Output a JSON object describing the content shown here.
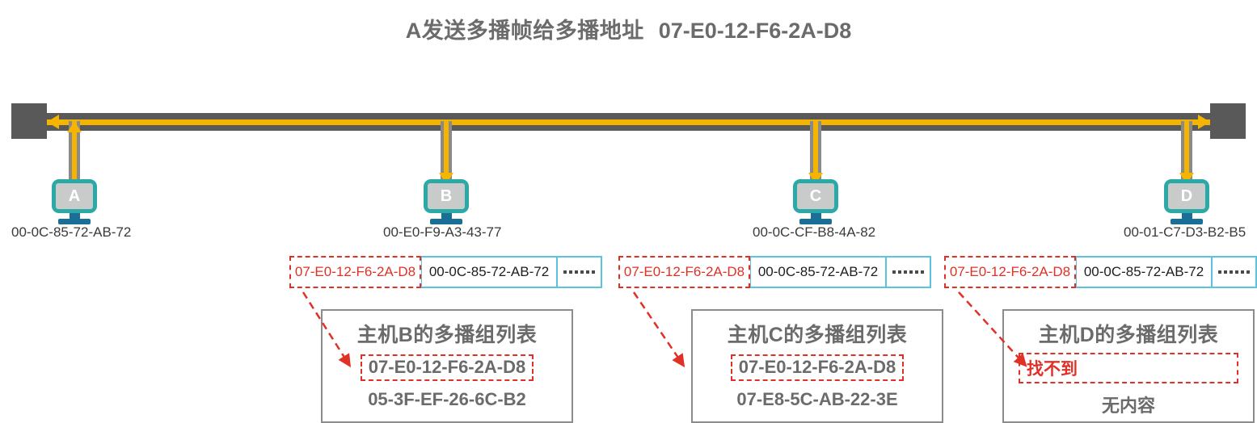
{
  "title": {
    "text": "A发送多播帧给多播地址",
    "multicast_address": "07-E0-12-F6-2A-D8"
  },
  "colors": {
    "bus": "#595959",
    "bus_stripe": "#f5b400",
    "terminator": "#595959",
    "monitor": "#2aa9a6",
    "screen": "#c9cbcb",
    "stand": "#1b6f96",
    "frame_border": "#5bc3e0",
    "highlight_red": "#e03127",
    "text_gray": "#6b6b6b",
    "group_border": "#8c8c8c"
  },
  "bus": {
    "left_terminator_label": "terminator",
    "right_terminator_label": "terminator"
  },
  "hosts": [
    {
      "id": "A",
      "letter": "A",
      "mac": "00-0C-85-72-AB-72",
      "direction": "up"
    },
    {
      "id": "B",
      "letter": "B",
      "mac": "00-E0-F9-A3-43-77",
      "direction": "down"
    },
    {
      "id": "C",
      "letter": "C",
      "mac": "00-0C-CF-B8-4A-82",
      "direction": "down"
    },
    {
      "id": "D",
      "letter": "D",
      "mac": "00-01-C7-D3-B2-B5",
      "direction": "down"
    }
  ],
  "frames": [
    {
      "host": "B",
      "destination": "07-E0-12-F6-2A-D8",
      "source": "00-0C-85-72-AB-72",
      "tail": "……"
    },
    {
      "host": "C",
      "destination": "07-E0-12-F6-2A-D8",
      "source": "00-0C-85-72-AB-72",
      "tail": "……"
    },
    {
      "host": "D",
      "destination": "07-E0-12-F6-2A-D8",
      "source": "00-0C-85-72-AB-72",
      "tail": "……"
    }
  ],
  "group_lists": [
    {
      "host": "B",
      "title": "主机B的多播组列表",
      "matched_entry": "07-E0-12-F6-2A-D8",
      "other_entry": "05-3F-EF-26-6C-B2"
    },
    {
      "host": "C",
      "title": "主机C的多播组列表",
      "matched_entry": "07-E0-12-F6-2A-D8",
      "other_entry": "07-E8-5C-AB-22-3E"
    },
    {
      "host": "D",
      "title": "主机D的多播组列表",
      "matched_entry": "找不到",
      "other_entry": "无内容"
    }
  ]
}
